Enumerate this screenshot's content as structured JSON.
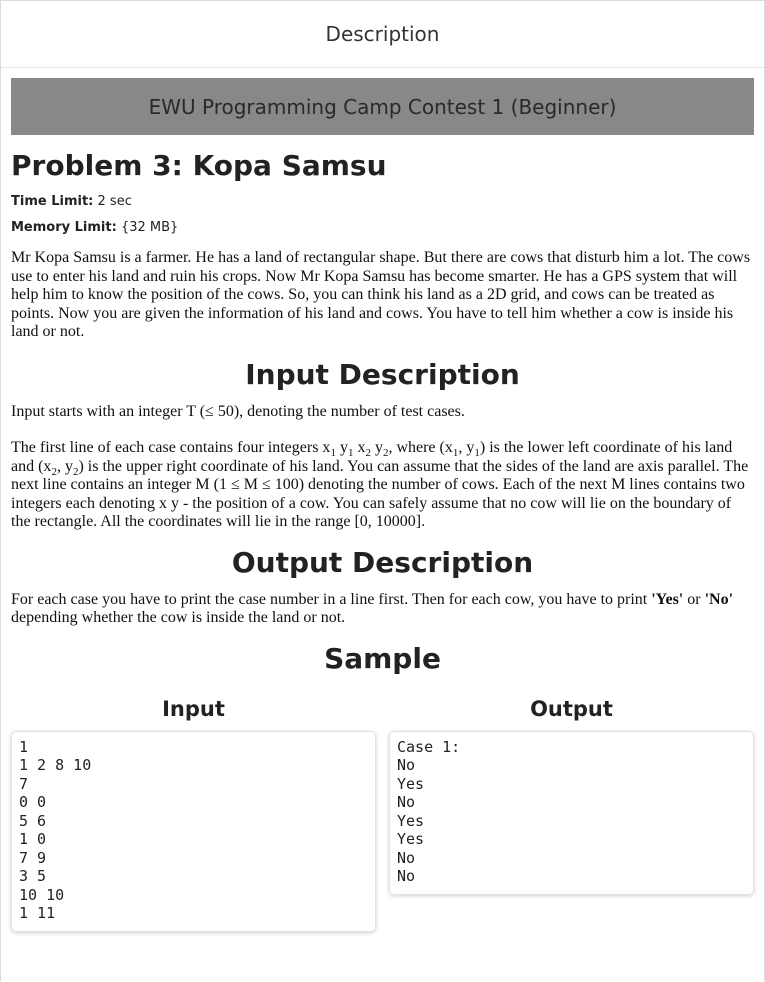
{
  "header": {
    "title": "Description"
  },
  "contest": {
    "name": "EWU Programming Camp Contest 1 (Beginner)"
  },
  "problem": {
    "title_prefix": "Problem 3:",
    "title_name": "Kopa Samsu",
    "time_limit_label": "Time Limit:",
    "time_limit_value": "2 sec",
    "memory_limit_label": "Memory Limit:",
    "memory_limit_value": "{32 MB}",
    "statement": "Mr Kopa Samsu is a farmer. He has a land of rectangular shape. But there are cows that disturb him a lot. The cows use to enter his land and ruin his crops. Now Mr Kopa Samsu has become smarter. He has a GPS system that will help him to know the position of the cows. So, you can think his land as a 2D grid, and cows can be treated as points. Now you are given the information of his land and cows. You have to tell him whether a cow is inside his land or not."
  },
  "input_section": {
    "heading": "Input Description",
    "para1": "Input starts with an integer T (≤ 50), denoting the number of test cases.",
    "p2": {
      "t1": "The first line of each case contains four integers x",
      "s1": "1",
      "t2": " y",
      "s2": "1",
      "t3": " x",
      "s3": "2",
      "t4": " y",
      "s4": "2",
      "t5": ", where (x",
      "s5": "1",
      "t6": ", y",
      "s6": "1",
      "t7": ") is the lower left coordinate of his land and (x",
      "s7": "2",
      "t8": ", y",
      "s8": "2",
      "t9": ") is the upper right coordinate of his land. You can assume that the sides of the land are axis parallel. The next line contains an integer M (1 ≤ M ≤ 100) denoting the number of cows. Each of the next M lines contains two integers each denoting x y - the position of a cow. You can safely assume that no cow will lie on the boundary of the rectangle. All the coordinates will lie in the range [0, 10000]."
    }
  },
  "output_section": {
    "heading": "Output Description",
    "t1": "For each case you have to print the case number in a line first. Then for each cow, you have to print ",
    "yes": "'Yes'",
    "t2": " or ",
    "no": "'No'",
    "t3": " depending whether the cow is inside the land or not."
  },
  "sample": {
    "heading": "Sample",
    "input_label": "Input",
    "output_label": "Output",
    "input_text": "1\n1 2 8 10\n7\n0 0\n5 6\n1 0\n7 9\n3 5\n10 10\n1 11",
    "output_text": "Case 1:\nNo\nYes\nNo\nYes\nYes\nNo\nNo"
  }
}
